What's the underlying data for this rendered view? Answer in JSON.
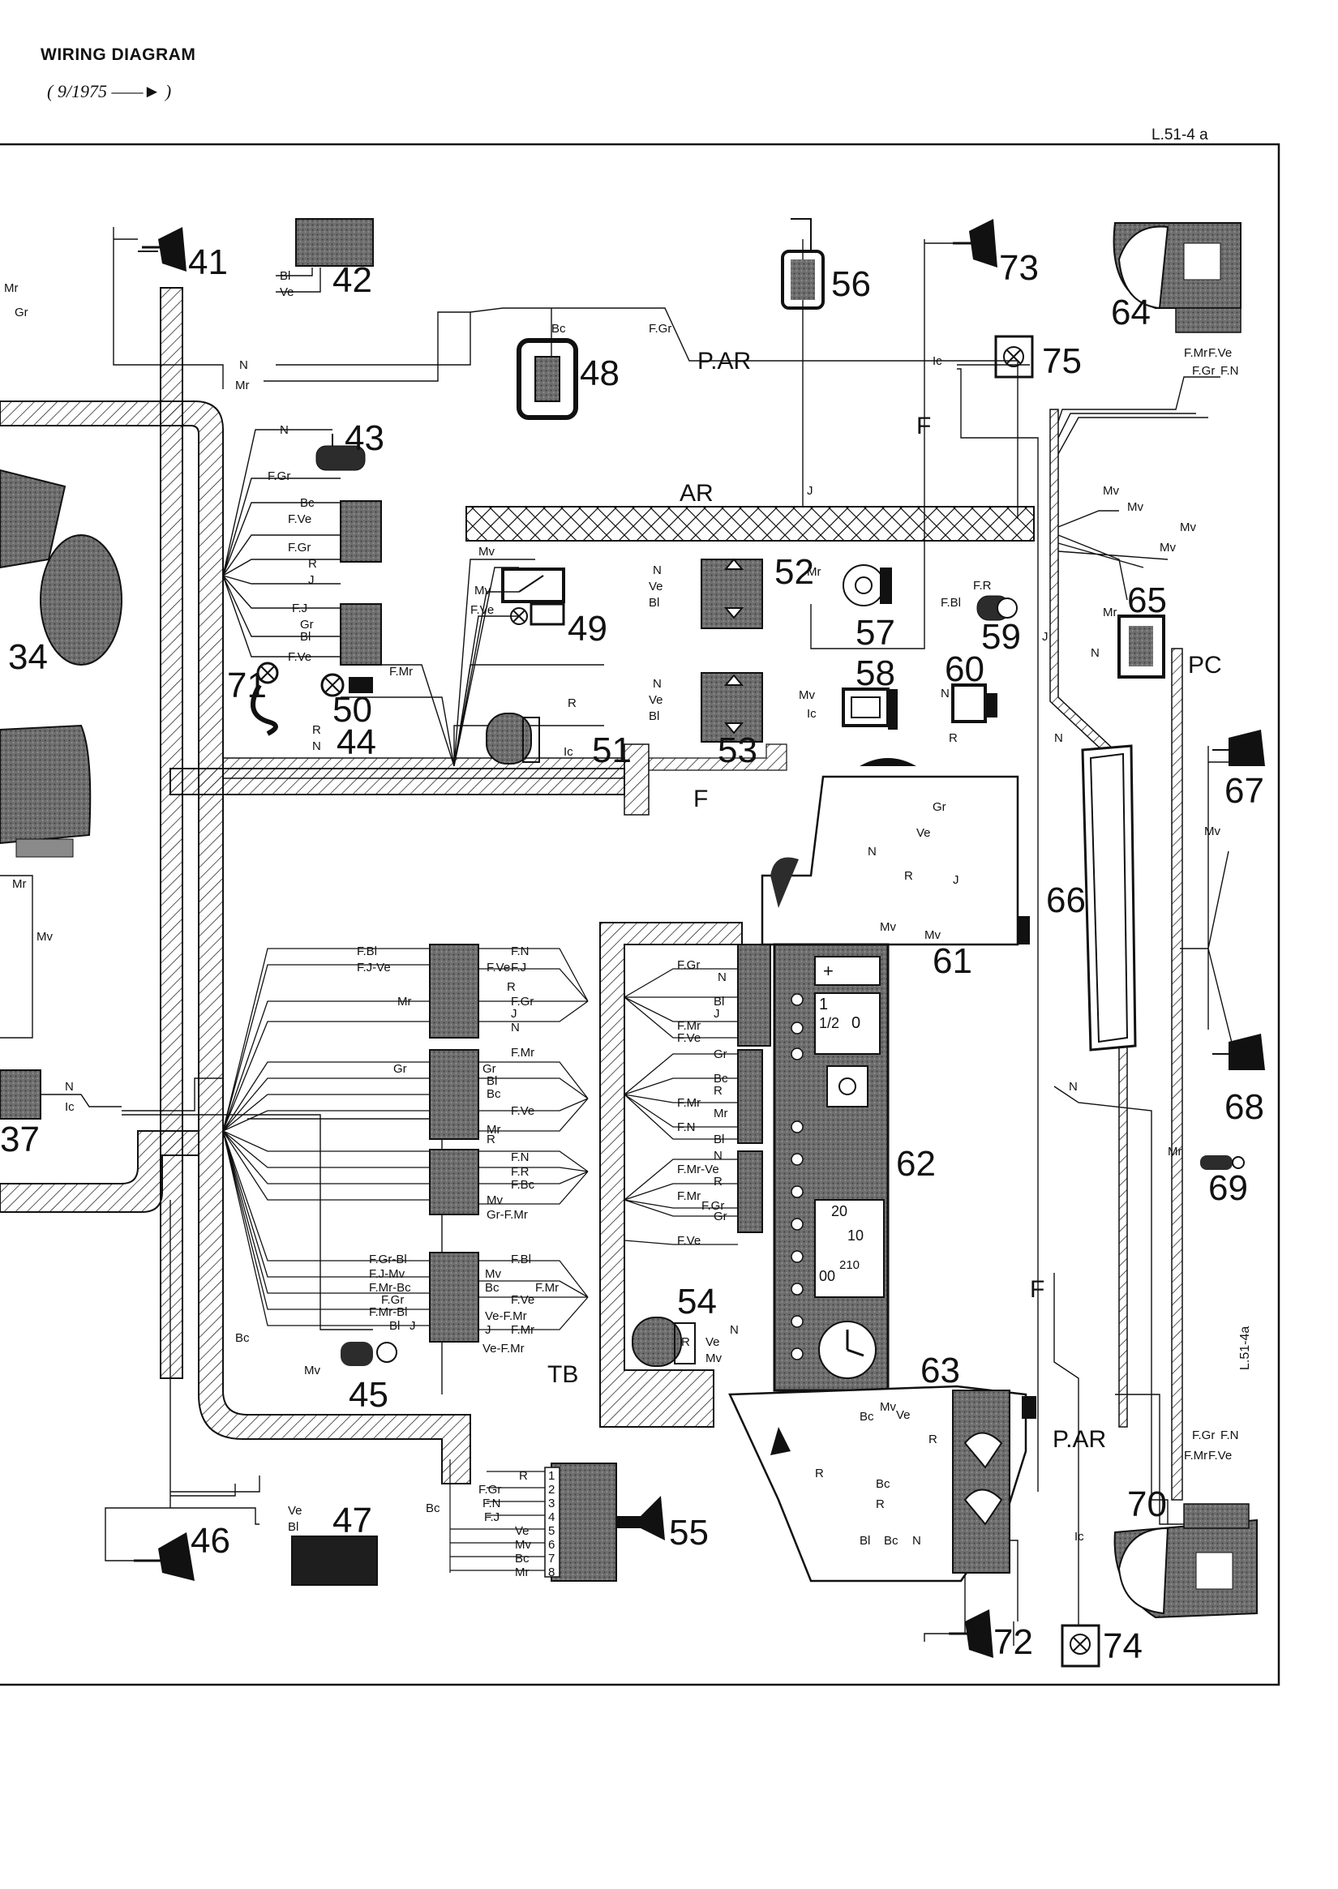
{
  "header": {
    "title": "WIRING DIAGRAM",
    "date_range": "( 9/1975 ——► )",
    "ref": "L.51-4 a"
  },
  "side_ref": "L.51-4a",
  "sections": [
    "AR",
    "P.AR",
    "F",
    "F",
    "PC",
    "TB",
    "F",
    "P.AR"
  ],
  "components": [
    {
      "id": "41",
      "kind": "lamp-holder"
    },
    {
      "id": "42",
      "kind": "box"
    },
    {
      "id": "43",
      "kind": "switch"
    },
    {
      "id": "44",
      "kind": "connector"
    },
    {
      "id": "45",
      "kind": "lamp"
    },
    {
      "id": "46",
      "kind": "lamp-holder"
    },
    {
      "id": "47",
      "kind": "box"
    },
    {
      "id": "48",
      "kind": "switch-block"
    },
    {
      "id": "49",
      "kind": "relay"
    },
    {
      "id": "50",
      "kind": "lamp"
    },
    {
      "id": "51",
      "kind": "motor"
    },
    {
      "id": "52",
      "kind": "window-switch"
    },
    {
      "id": "53",
      "kind": "window-switch"
    },
    {
      "id": "54",
      "kind": "motor"
    },
    {
      "id": "55",
      "kind": "horn"
    },
    {
      "id": "56",
      "kind": "switch"
    },
    {
      "id": "57",
      "kind": "rheostat"
    },
    {
      "id": "58",
      "kind": "switch"
    },
    {
      "id": "59",
      "kind": "lamp"
    },
    {
      "id": "60",
      "kind": "switch"
    },
    {
      "id": "61",
      "kind": "switch-panel"
    },
    {
      "id": "62",
      "kind": "instrument-panel"
    },
    {
      "id": "63",
      "kind": "combination-switch"
    },
    {
      "id": "64",
      "kind": "rear-lamp"
    },
    {
      "id": "65",
      "kind": "switch"
    },
    {
      "id": "66",
      "kind": "heated-rear-window"
    },
    {
      "id": "67",
      "kind": "lamp"
    },
    {
      "id": "68",
      "kind": "lamp"
    },
    {
      "id": "69",
      "kind": "connector"
    },
    {
      "id": "70",
      "kind": "rear-lamp"
    },
    {
      "id": "71",
      "kind": "lamp"
    },
    {
      "id": "72",
      "kind": "lamp-holder"
    },
    {
      "id": "73",
      "kind": "lamp-holder"
    },
    {
      "id": "74",
      "kind": "lamp"
    },
    {
      "id": "75",
      "kind": "lamp"
    },
    {
      "id": "34",
      "kind": "partial"
    },
    {
      "id": "37",
      "kind": "partial"
    }
  ],
  "wire_labels": [
    "Bl",
    "Ve",
    "N",
    "Mr",
    "F.Gr",
    "Bc",
    "Ic",
    "J",
    "F.Ve",
    "R",
    "F.J",
    "F.Mr",
    "Mv",
    "F.R",
    "F.Bl",
    "F.N",
    "Gr",
    "F.Bc",
    "F.Gr-Bl",
    "F.J-Mv",
    "F.Mr-Bc",
    "F.Mr-Bl",
    "F.Mr-Ve",
    "F.J-Ve",
    "Gr-F.Mr",
    "Mr",
    "Bl",
    "Ve-F.Mr",
    "F.Gr",
    "F.Ve",
    "F.Mr",
    "F.Gr",
    "F.N",
    "F.J"
  ],
  "connector_55_pins": [
    {
      "pin": "1",
      "wire": "R"
    },
    {
      "pin": "2",
      "wire": "F.Gr"
    },
    {
      "pin": "3",
      "wire": "F.N"
    },
    {
      "pin": "4",
      "wire": "F.J"
    },
    {
      "pin": "5",
      "wire": "Ve"
    },
    {
      "pin": "6",
      "wire": "Mv"
    },
    {
      "pin": "7",
      "wire": "Bc"
    },
    {
      "pin": "8",
      "wire": "Mr"
    }
  ],
  "panel_62_legend": [
    "+",
    "1",
    "1/2",
    "0",
    "20",
    "10",
    "210",
    "00"
  ],
  "colors": {
    "ink": "#111111",
    "paper": "#ffffff",
    "fill": "#6e6e6e",
    "fill_dark": "#3a3a3a"
  }
}
